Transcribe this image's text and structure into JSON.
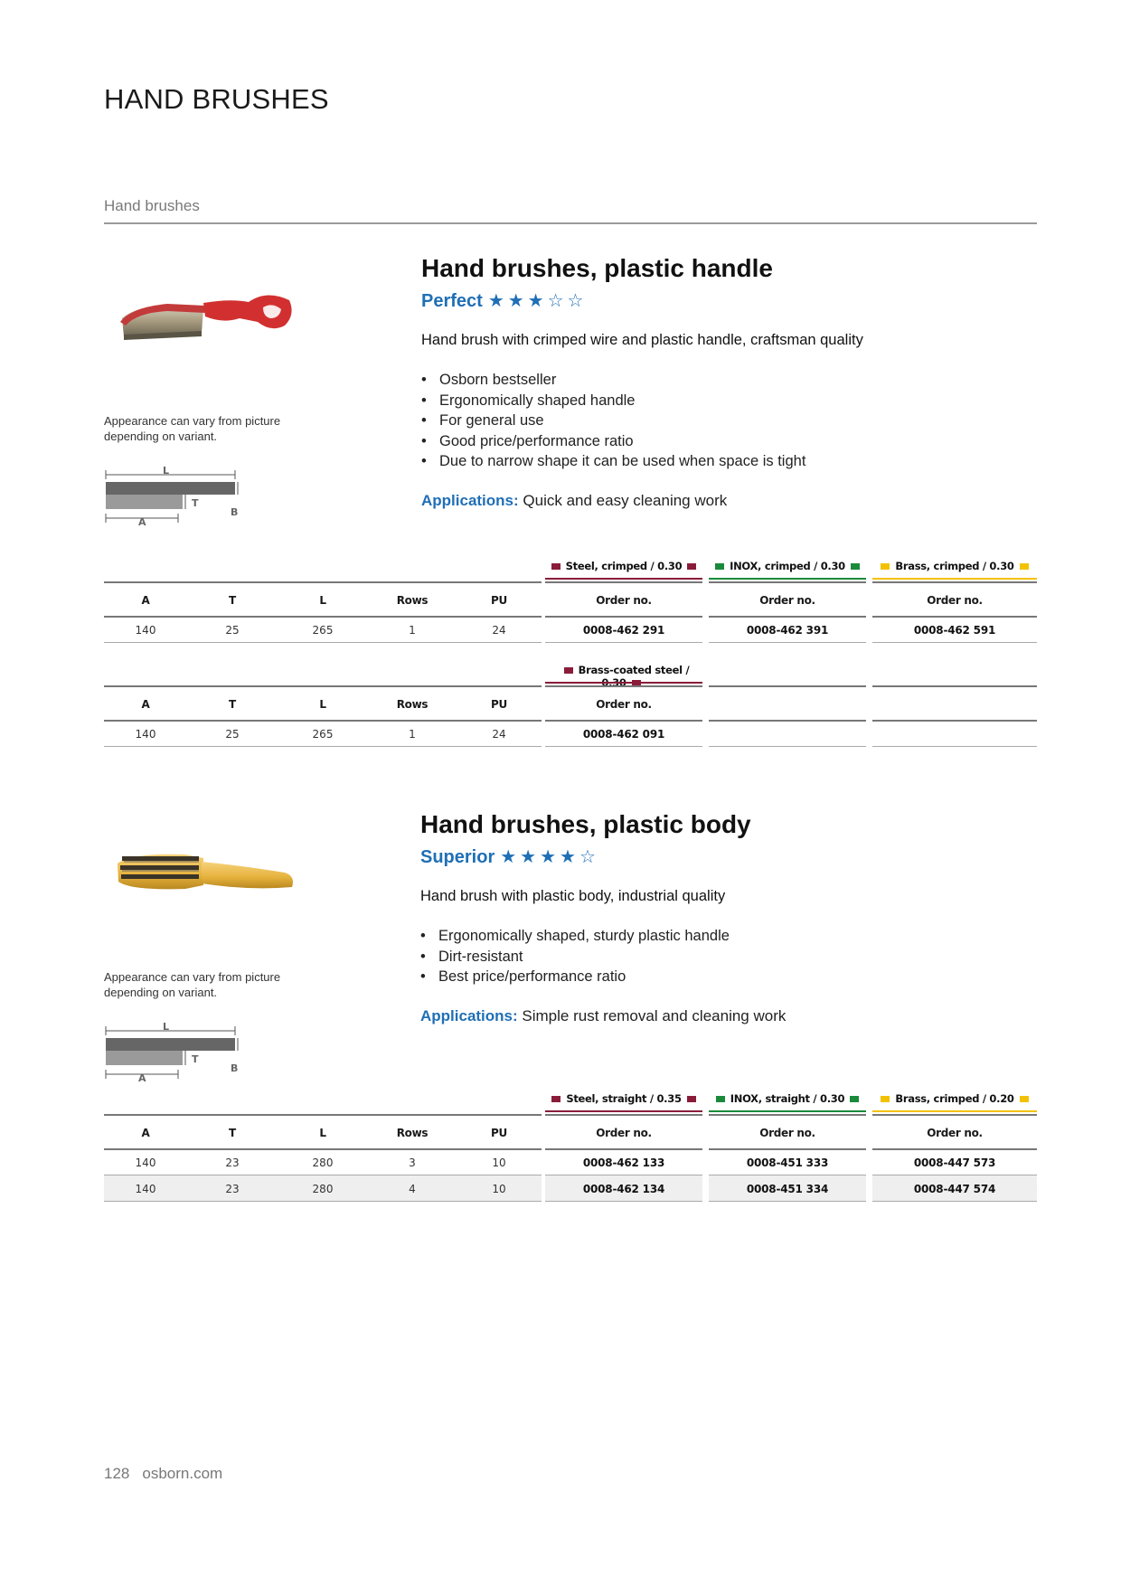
{
  "page_title": "HAND BRUSHES",
  "section_label": "Hand brushes",
  "colors": {
    "accent_blue": "#1f6fb6",
    "steel": "#8a1c3a",
    "inox": "#1a8a3a",
    "brass": "#f2c200"
  },
  "products": [
    {
      "title": "Hand brushes, plastic handle",
      "rating_label": "Perfect",
      "rating_stars": "★★★☆☆",
      "description": "Hand brush with crimped wire and plastic handle, craftsman quality",
      "bullets": [
        "Osborn bestseller",
        "Ergonomically shaped handle",
        "For general use",
        "Good price/performance ratio",
        "Due to narrow shape it can be used when space is tight"
      ],
      "applications_label": "Applications:",
      "applications_text": "Quick and easy cleaning work",
      "note": "Appearance can vary from picture depending on variant.",
      "dim_labels": {
        "L": "L",
        "T": "T",
        "A": "A",
        "B": "B"
      },
      "table1": {
        "variants": [
          "Steel, crimped / 0.30",
          "INOX, crimped / 0.30",
          "Brass, crimped / 0.30"
        ],
        "headers": [
          "A",
          "T",
          "L",
          "Rows",
          "PU",
          "Order no.",
          "Order no.",
          "Order no."
        ],
        "rows": [
          [
            "140",
            "25",
            "265",
            "1",
            "24",
            "0008-462 291",
            "0008-462 391",
            "0008-462 591"
          ]
        ]
      },
      "table2": {
        "variants": [
          "Brass-coated steel / 0.30"
        ],
        "headers": [
          "A",
          "T",
          "L",
          "Rows",
          "PU",
          "Order no."
        ],
        "rows": [
          [
            "140",
            "25",
            "265",
            "1",
            "24",
            "0008-462 091"
          ]
        ]
      }
    },
    {
      "title": "Hand brushes, plastic body",
      "rating_label": "Superior",
      "rating_stars": "★★★★☆",
      "description": "Hand brush with plastic body, industrial quality",
      "bullets": [
        "Ergonomically shaped, sturdy plastic handle",
        "Dirt-resistant",
        "Best price/performance ratio"
      ],
      "applications_label": "Applications:",
      "applications_text": "Simple rust removal and cleaning work",
      "note": "Appearance can vary from picture depending on variant.",
      "dim_labels": {
        "L": "L",
        "T": "T",
        "A": "A",
        "B": "B"
      },
      "table1": {
        "variants": [
          "Steel, straight / 0.35",
          "INOX, straight / 0.30",
          "Brass, crimped / 0.20"
        ],
        "headers": [
          "A",
          "T",
          "L",
          "Rows",
          "PU",
          "Order no.",
          "Order no.",
          "Order no."
        ],
        "rows": [
          [
            "140",
            "23",
            "280",
            "3",
            "10",
            "0008-462 133",
            "0008-451 333",
            "0008-447 573"
          ],
          [
            "140",
            "23",
            "280",
            "4",
            "10",
            "0008-462 134",
            "0008-451 334",
            "0008-447 574"
          ]
        ]
      }
    }
  ],
  "footer": {
    "page_number": "128",
    "site": "osborn.com"
  }
}
